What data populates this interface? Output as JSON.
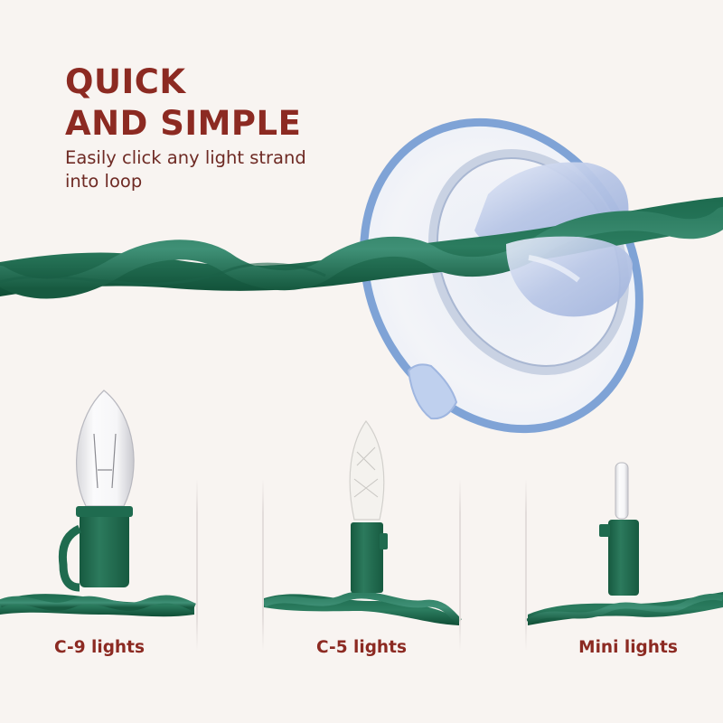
{
  "headline": {
    "line1": "QUICK",
    "line2": "AND SIMPLE"
  },
  "subtitle": "Easily click any light strand into loop",
  "panels": [
    {
      "label": "C-9 lights",
      "bulb": "c9-clear-incandescent-bulb"
    },
    {
      "label": "C-5 lights",
      "bulb": "c5-faceted-led-bulb"
    },
    {
      "label": "Mini lights",
      "bulb": "mini-clear-incandescent-bulb"
    }
  ],
  "product": "suction-cup-light-clip",
  "colors": {
    "background": "#f8f4f1",
    "heading": "#8c2a22",
    "subtitle": "#6e2a24",
    "wire_green": "#1f6b4f",
    "wire_highlight": "#3f9076",
    "suction_ring": "#7fa3d6"
  }
}
